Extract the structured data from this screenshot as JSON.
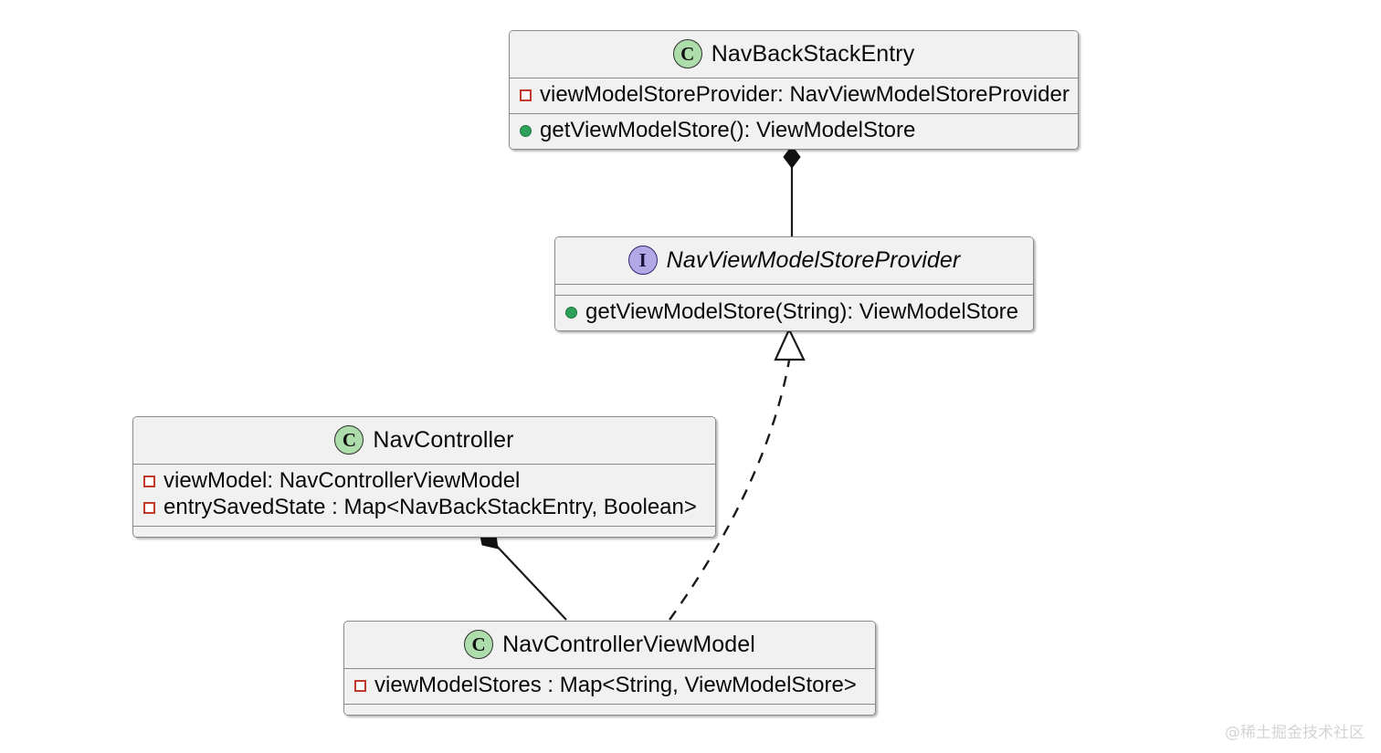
{
  "diagram": {
    "type": "uml-class-diagram",
    "background": "#ffffff",
    "watermark": "@稀土掘金技术社区",
    "colors": {
      "node_fill": "#f1f1f1",
      "node_border": "#8a8a8a",
      "class_icon_fill": "#adddab",
      "interface_icon_fill": "#b4a7e5",
      "private_field_icon": "#c0392b",
      "public_method_icon": "#2ea05a",
      "edge": "#1a1a1a",
      "watermark": "#d4d4d4"
    }
  },
  "nodes": {
    "nav_back_stack_entry": {
      "name": "NavBackStackEntry",
      "stereotype": "C",
      "stereotype_name": "class",
      "italic": false,
      "fields": [
        {
          "icon": "private-field-icon",
          "text": "viewModelStoreProvider: NavViewModelStoreProvider"
        }
      ],
      "methods": [
        {
          "icon": "public-method-icon",
          "text": "getViewModelStore(): ViewModelStore"
        }
      ]
    },
    "nav_view_model_store_provider": {
      "name": "NavViewModelStoreProvider",
      "stereotype": "I",
      "stereotype_name": "interface",
      "italic": true,
      "fields": [],
      "methods": [
        {
          "icon": "public-method-icon",
          "text": "getViewModelStore(String): ViewModelStore"
        }
      ]
    },
    "nav_controller": {
      "name": "NavController",
      "stereotype": "C",
      "stereotype_name": "class",
      "italic": false,
      "fields": [
        {
          "icon": "private-field-icon",
          "text": "viewModel: NavControllerViewModel"
        },
        {
          "icon": "private-field-icon",
          "text": "entrySavedState : Map<NavBackStackEntry, Boolean>"
        }
      ],
      "methods": []
    },
    "nav_controller_view_model": {
      "name": "NavControllerViewModel",
      "stereotype": "C",
      "stereotype_name": "class",
      "italic": false,
      "fields": [
        {
          "icon": "private-field-icon",
          "text": "viewModelStores : Map<String, ViewModelStore>"
        }
      ],
      "methods": []
    }
  },
  "edges": [
    {
      "id": "composition-entry-provider",
      "from": "nav_back_stack_entry",
      "to": "nav_view_model_store_provider",
      "relation": "composition",
      "arrow": "filled-diamond",
      "line": "solid"
    },
    {
      "id": "realization-viewmodel-provider",
      "from": "nav_controller_view_model",
      "to": "nav_view_model_store_provider",
      "relation": "realization",
      "arrow": "hollow-triangle",
      "line": "dashed"
    },
    {
      "id": "composition-controller-viewmodel",
      "from": "nav_controller",
      "to": "nav_controller_view_model",
      "relation": "composition",
      "arrow": "filled-diamond",
      "line": "solid"
    }
  ]
}
